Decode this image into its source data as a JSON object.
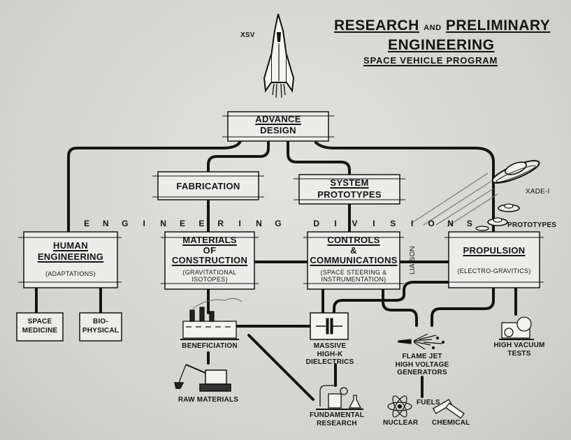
{
  "title": {
    "line1_a": "RESEARCH",
    "line1_and": "AND",
    "line1_b": "PRELIMINARY",
    "line2": "ENGINEERING",
    "subtitle": "SPACE VEHICLE PROGRAM"
  },
  "vehicles": {
    "xsv": "XSV",
    "xade": "XADE-I",
    "prototypes": "PROTOTYPES"
  },
  "boxes": {
    "advance_design": [
      "ADVANCE",
      "DESIGN"
    ],
    "fabrication": "FABRICATION",
    "system_prototypes": [
      "SYSTEM",
      "PROTOTYPES"
    ],
    "human_engineering": {
      "title": [
        "HUMAN",
        "ENGINEERING"
      ],
      "sub": "(ADAPTATIONS)"
    },
    "materials": {
      "title": [
        "MATERIALS",
        "OF",
        "CONSTRUCTION"
      ],
      "sub": [
        "(GRAVITATIONAL",
        "ISOTOPES)"
      ]
    },
    "controls": {
      "title": [
        "CONTROLS",
        "&",
        "COMMUNICATIONS"
      ],
      "sub": [
        "(SPACE STEERING &",
        "INSTRUMENTATION)"
      ]
    },
    "propulsion": {
      "title": "PROPULSION",
      "sub": "(ELECTRO-GRAVITICS)"
    },
    "space_medicine": [
      "SPACE",
      "MEDICINE"
    ],
    "bio_physical": [
      "BIO-",
      "PHYSICAL"
    ]
  },
  "divisions_label": [
    "E",
    "N",
    "G",
    "I",
    "N",
    "E",
    "E",
    "R",
    "I",
    "N",
    "G",
    "",
    "D",
    "I",
    "V",
    "I",
    "S",
    "I",
    "O",
    "N",
    "S"
  ],
  "liaison": "LIAISON",
  "captions": {
    "beneficiation": "BENEFICIATION",
    "raw_materials": "RAW MATERIALS",
    "dielectrics": [
      "MASSIVE",
      "HIGH-K",
      "DIELECTRICS"
    ],
    "fundamental_research": [
      "FUNDAMENTAL",
      "RESEARCH"
    ],
    "flame_jet": [
      "FLAME JET",
      "HIGH VOLTAGE",
      "GENERATORS"
    ],
    "fuels": "FUELS",
    "nuclear": "NUCLEAR",
    "chemical": "CHEMICAL",
    "high_vacuum": [
      "HIGH VACUUM",
      "TESTS"
    ]
  }
}
